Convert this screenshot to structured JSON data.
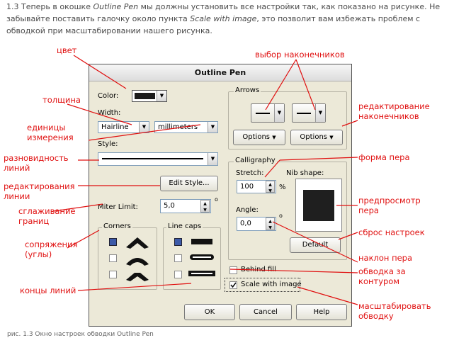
{
  "intro": {
    "p1": "1.3 Теперь в окошке",
    "p1_i1": "Outline Pen",
    "p1b": "мы должны установить все настройки так, как показано на рисунке. Не забывайте поставить галочку около пункта",
    "p1_i2": "Scale with image",
    "p1c": ", это позволит вам избежать проблем с обводкой при масштабировании нашего рисунка."
  },
  "caption": "рис. 1.3 Окно настроек обводки Outline Pen",
  "dialog": {
    "title": "Outline Pen",
    "color_label": "Color:",
    "width_label": "Width:",
    "width_value": "Hairline",
    "units_value": "millimeters",
    "style_label": "Style:",
    "edit_style": "Edit Style...",
    "miter_label": "Miter Limit:",
    "miter_value": "5,0",
    "degree": "o",
    "corners_label": "Corners",
    "linecaps_label": "Line caps",
    "arrows_label": "Arrows",
    "options_label": "Options",
    "calligraphy_label": "Calligraphy",
    "stretch_label": "Stretch:",
    "stretch_value": "100",
    "percent": "%",
    "nib_label": "Nib shape:",
    "angle_label": "Angle:",
    "angle_value": "0,0",
    "default_label": "Default",
    "behind_fill": "Behind fill",
    "scale_image": "Scale with image",
    "ok": "OK",
    "cancel": "Cancel",
    "help": "Help"
  },
  "annotations": {
    "color": "цвет",
    "arrows_choice": "выбор наконечников",
    "thickness": "толщина",
    "arrows_edit_1": "редактирование",
    "arrows_edit_2": "наконечников",
    "units_1": "единицы",
    "units_2": "измерения",
    "style_1": "разновидность",
    "style_2": "линий",
    "pen_shape": "форма пера",
    "edit_1": "редактирования",
    "edit_2": "линии",
    "preview_1": "предпросмотр",
    "preview_2": "пера",
    "miter_1": "сглаживание",
    "miter_2": "границ",
    "corners_1": "сопряжения",
    "corners_2": "(углы)",
    "reset": "сброс настроек",
    "angle": "наклон пера",
    "behind_1": "обводка за",
    "behind_2": "контуром",
    "caps": "концы линий",
    "scale_1": "масштабировать",
    "scale_2": "обводку"
  }
}
